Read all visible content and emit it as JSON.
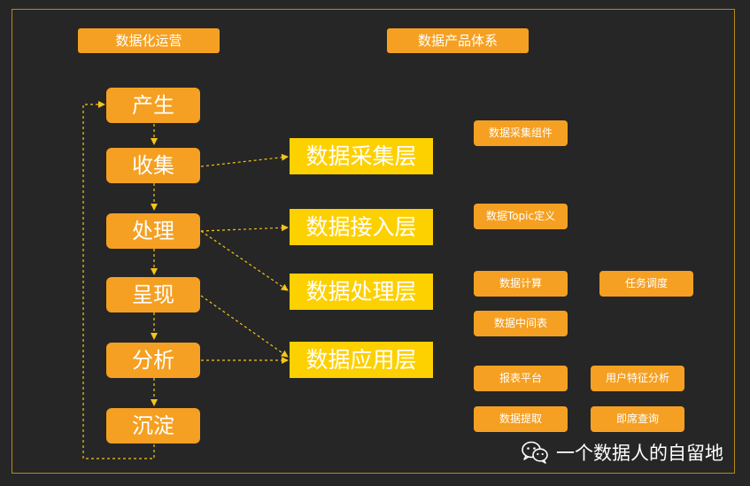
{
  "headers": {
    "left": "数据化运营",
    "right": "数据产品体系"
  },
  "stages": [
    "产生",
    "收集",
    "处理",
    "呈现",
    "分析",
    "沉淀"
  ],
  "layers": [
    "数据采集层",
    "数据接入层",
    "数据处理层",
    "数据应用层"
  ],
  "components": {
    "collect": "数据采集组件",
    "topic": "数据Topic定义",
    "compute": "数据计算",
    "schedule": "任务调度",
    "middle_table": "数据中间表",
    "report": "报表平台",
    "user_analysis": "用户特征分析",
    "extract": "数据提取",
    "adhoc": "即席查询"
  },
  "footer": {
    "icon": "wechat-icon",
    "text": "一个数据人的自留地"
  },
  "colors": {
    "background": "#262626",
    "orange": "#f5a022",
    "yellow": "#fdd000",
    "connector": "#f5c518",
    "frame": "#b38a1a"
  }
}
